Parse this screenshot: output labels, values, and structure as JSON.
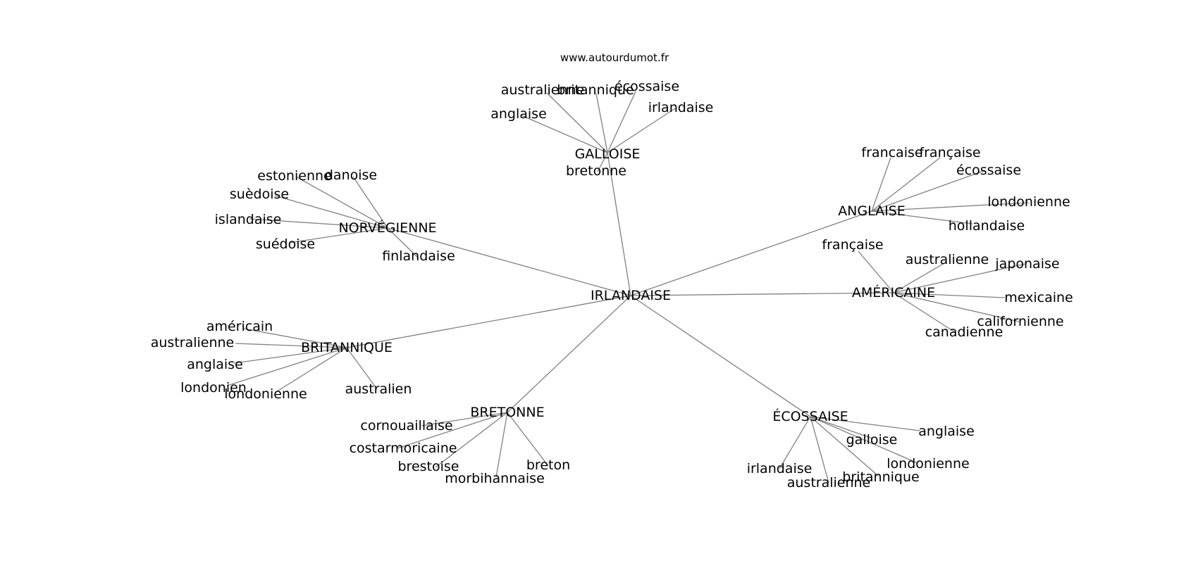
{
  "watermark": "www.autourdumot.fr",
  "colors": {
    "edge": "#808080",
    "text": "#000000",
    "background": "#ffffff"
  },
  "graph": {
    "root": "IRLANDAISE",
    "groups": [
      {
        "name": "GALLOISE",
        "leaves": [
          "australienne",
          "britannique",
          "écossaise",
          "irlandaise",
          "anglaise",
          "bretonne"
        ]
      },
      {
        "name": "ANGLAISE",
        "leaves": [
          "francaise",
          "française",
          "écossaise",
          "londonienne",
          "hollandaise"
        ]
      },
      {
        "name": "NORVÉGIENNE",
        "leaves": [
          "estonienne",
          "danoise",
          "suèdoise",
          "islandaise",
          "suédoise",
          "finlandaise"
        ]
      },
      {
        "name": "AMÉRICAINE",
        "leaves": [
          "française",
          "australienne",
          "japonaise",
          "mexicaine",
          "californienne",
          "canadienne"
        ]
      },
      {
        "name": "BRITANNIQUE",
        "leaves": [
          "américain",
          "australienne",
          "anglaise",
          "londonien",
          "londonienne",
          "australien"
        ]
      },
      {
        "name": "BRETONNE",
        "leaves": [
          "cornouaillaise",
          "costarmoricaine",
          "brestoise",
          "morbihannaise",
          "breton"
        ]
      },
      {
        "name": "ÉCOSSAISE",
        "leaves": [
          "anglaise",
          "galloise",
          "londonienne",
          "britannique",
          "australienne",
          "irlandaise"
        ]
      }
    ]
  }
}
